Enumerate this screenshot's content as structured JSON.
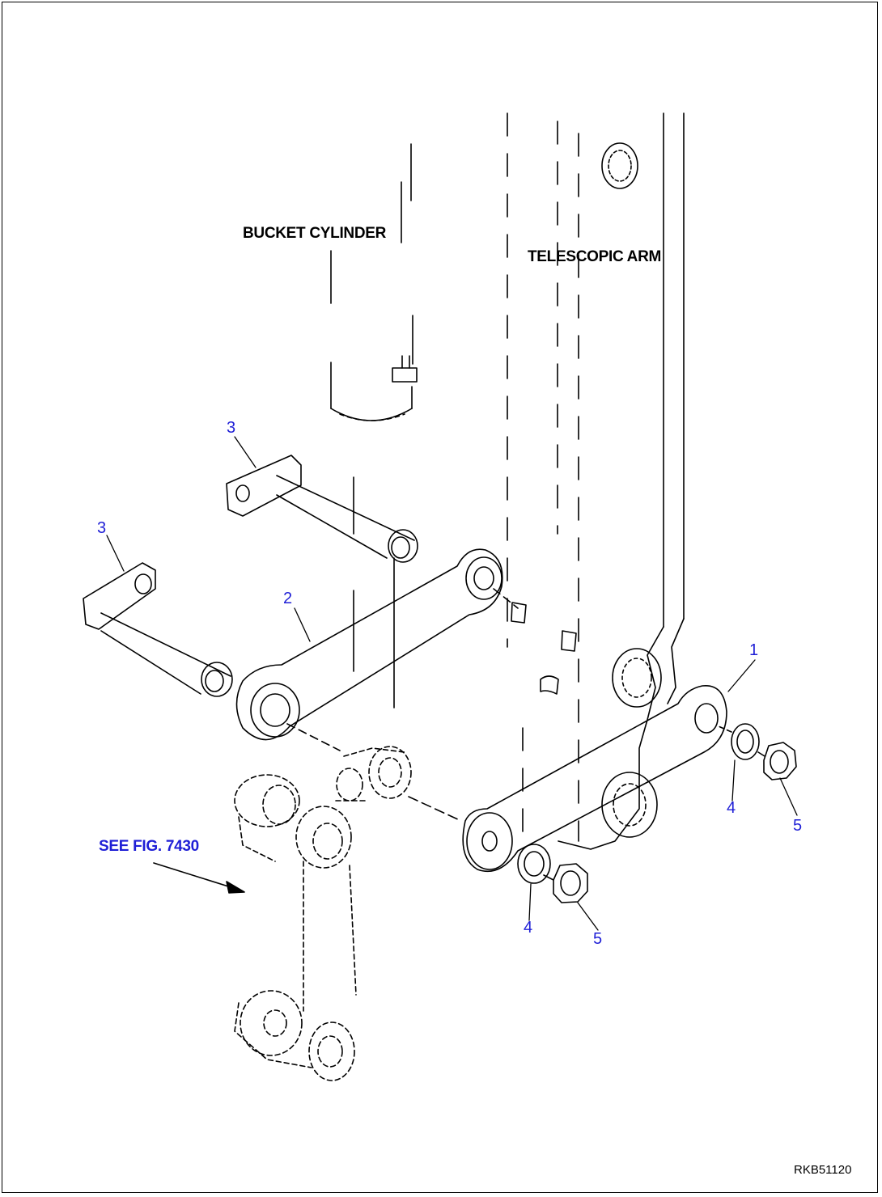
{
  "labels": {
    "bucket_cylinder": "BUCKET CYLINDER",
    "telescopic_arm": "TELESCOPIC ARM",
    "see_fig": "SEE FIG. 7430"
  },
  "callouts": {
    "p1": "1",
    "p2": "2",
    "p3a": "3",
    "p3b": "3",
    "p4a": "4",
    "p4b": "4",
    "p5a": "5",
    "p5b": "5"
  },
  "drawing_code": "RKB51120",
  "colors": {
    "line": "#000000",
    "callout": "#1f1fd6"
  }
}
